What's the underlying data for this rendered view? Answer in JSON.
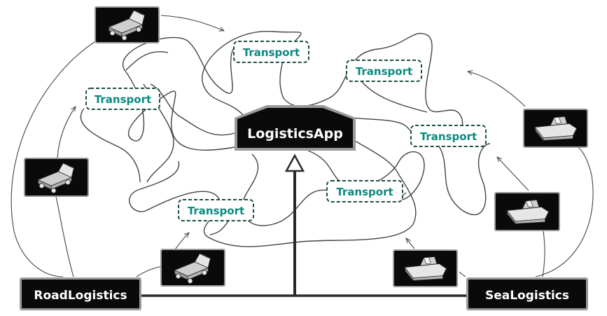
{
  "app_label": "LogisticsApp",
  "road_label": "RoadLogistics",
  "sea_label": "SeaLogistics",
  "transport_label": "Transport",
  "vehicle_icons": {
    "road": "truck-icon",
    "sea": "boat-icon"
  },
  "colors": {
    "box_fill": "#0a0a0a",
    "box_border": "#8a8a8a",
    "label_text": "#ffffff",
    "transport_text": "#0a8a7e",
    "transport_border": "#1b4d47",
    "wire": "#444444",
    "trunk": "#2a2a2a"
  }
}
